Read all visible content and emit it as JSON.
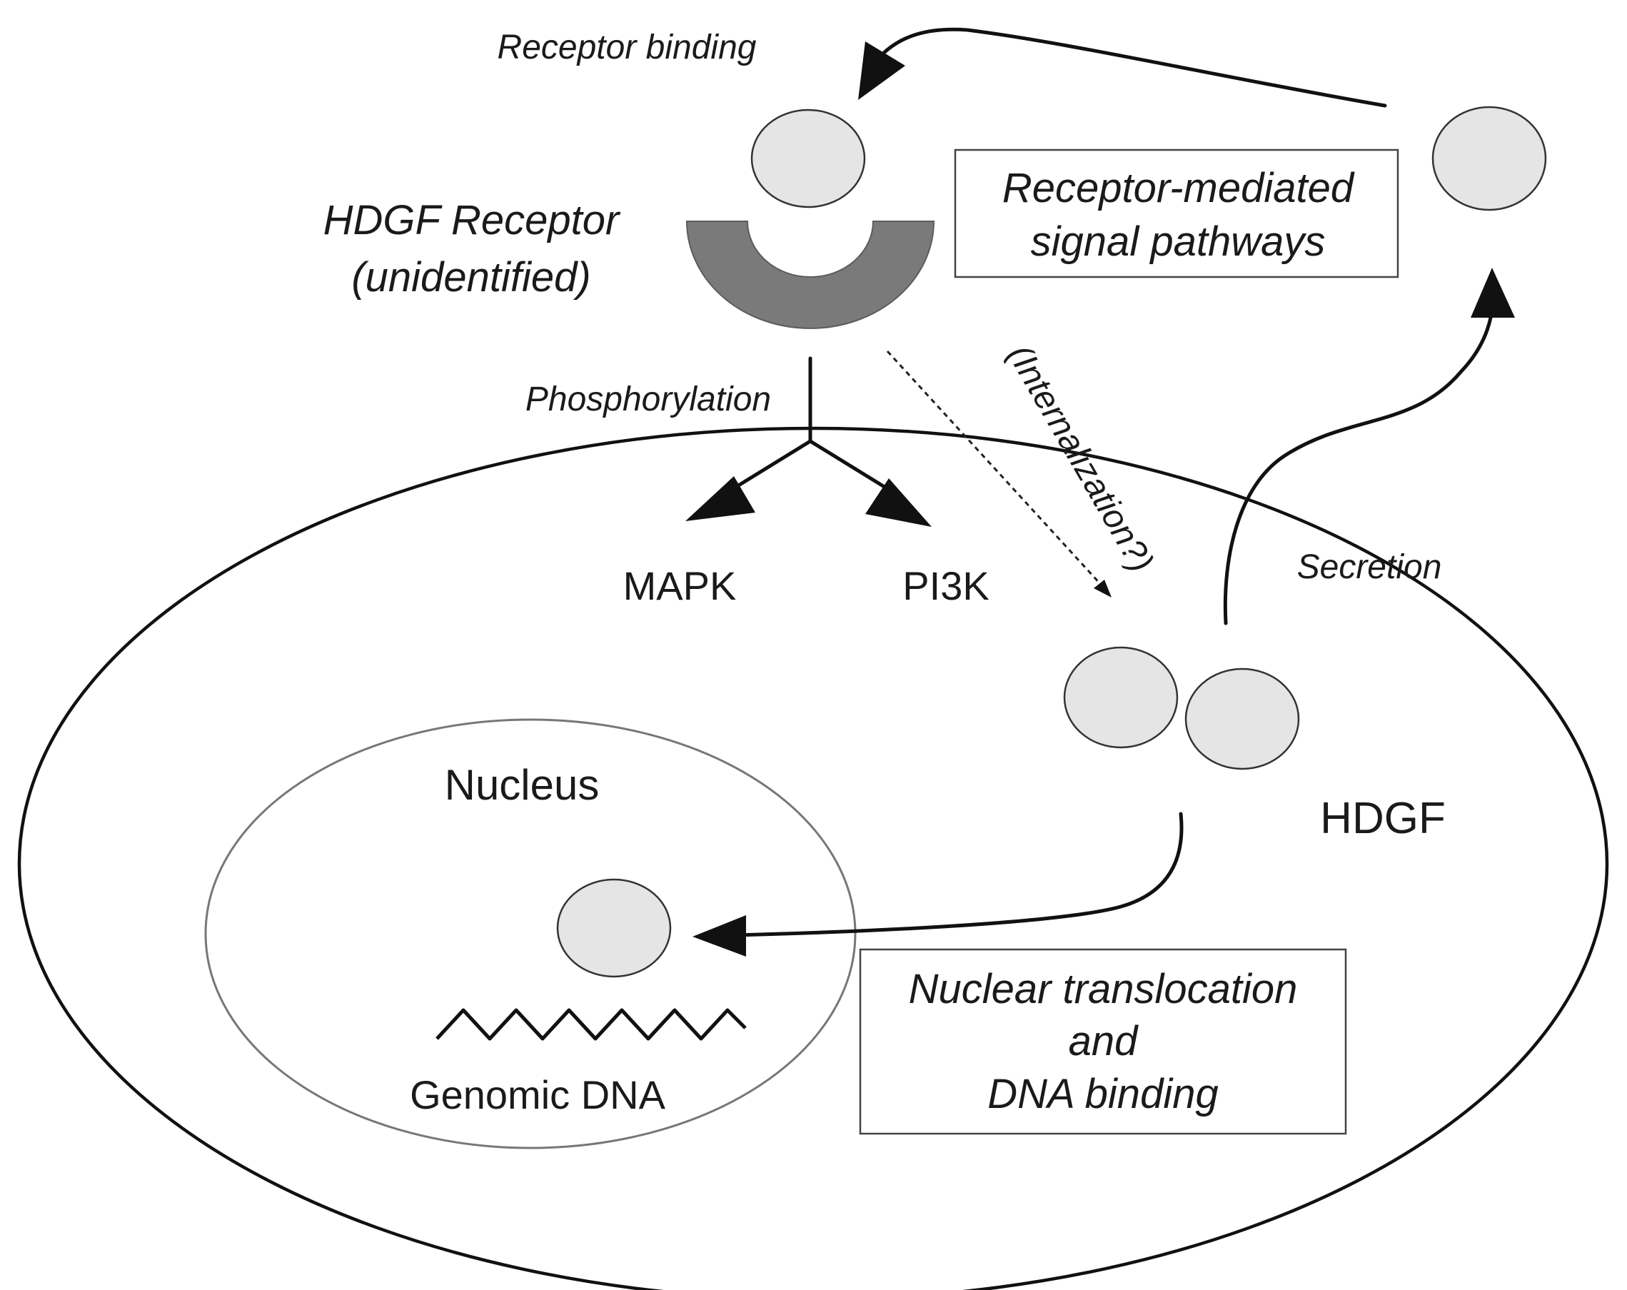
{
  "labels": {
    "receptor_binding": "Receptor binding",
    "receptor_name": "HDGF Receptor",
    "receptor_status": "(unidentified)",
    "phosphorylation": "Phosphorylation",
    "mapk": "MAPK",
    "pi3k": "PI3K",
    "internalization": "(Internalization?)",
    "secretion": "Secretion",
    "hdgf": "HDGF",
    "nucleus": "Nucleus",
    "genomic_dna": "Genomic DNA"
  },
  "boxes": {
    "receptor_pathways": {
      "line1": "Receptor-mediated",
      "line2": "signal pathways"
    },
    "nuclear_translocation": {
      "line1": "Nuclear translocation",
      "line2": "and",
      "line3": "DNA binding"
    }
  },
  "colors": {
    "protein_fill": "#e5e5e5",
    "receptor_fill": "#7a7a7a",
    "outline": "#111111"
  }
}
